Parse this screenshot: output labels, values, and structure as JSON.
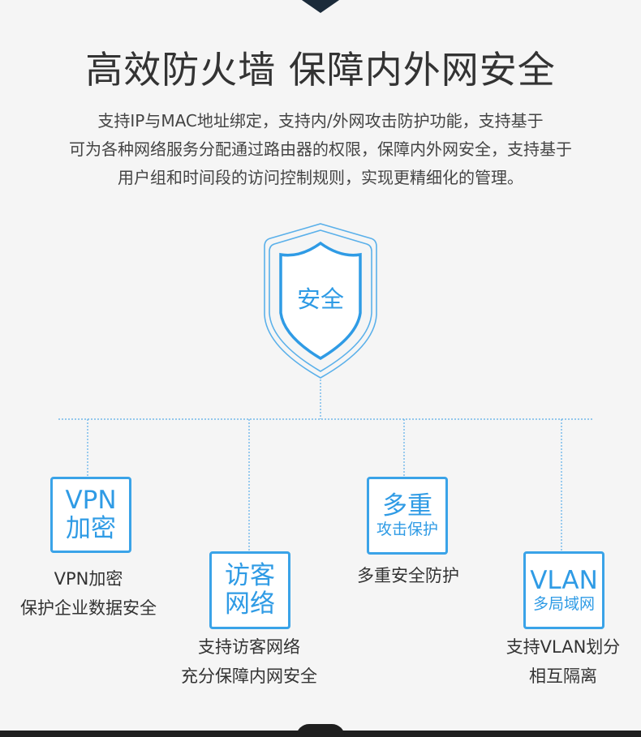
{
  "title": "高效防火墙 保障内外网安全",
  "intro_lines": [
    "支持IP与MAC地址绑定，支持内/外网攻击防护功能，支持基于",
    "可为各种网络服务分配通过路由器的权限，保障内外网安全，支持基于",
    "用户组和时间段的访问控制规则，实现更精细化的管理。"
  ],
  "shield": {
    "label": "安全",
    "icon": "shield-icon"
  },
  "colors": {
    "accent": "#3aa3e8",
    "dark": "#1b2b3a"
  },
  "features": [
    {
      "box_lines": [
        "VPN",
        "加密"
      ],
      "caption_lines": [
        "VPN加密",
        "保护企业数据安全"
      ]
    },
    {
      "box_lines": [
        "访客",
        "网络"
      ],
      "caption_lines": [
        "支持访客网络",
        "充分保障内网安全"
      ]
    },
    {
      "box_lines": [
        "多重",
        "攻击保护"
      ],
      "caption_lines": [
        "多重安全防护"
      ]
    },
    {
      "box_lines": [
        "VLAN",
        "多局域网"
      ],
      "caption_lines": [
        "支持VLAN划分",
        "相互隔离"
      ]
    }
  ]
}
